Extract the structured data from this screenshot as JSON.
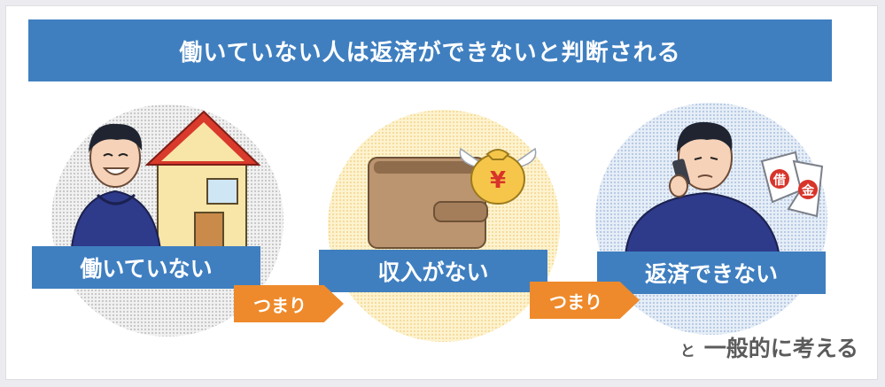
{
  "title": "働いていない人は返済ができないと判断される",
  "steps": [
    {
      "label": "働いていない"
    },
    {
      "label": "収入がない"
    },
    {
      "label": "返済できない"
    }
  ],
  "connectors": [
    {
      "label": "つまり"
    },
    {
      "label": "つまり"
    }
  ],
  "money_bag_symbol": "¥",
  "debt_paper_chars": [
    "借",
    "金"
  ],
  "footer": {
    "prefix": "と",
    "text": "一般的に考える"
  },
  "colors": {
    "title_bg": "#3f7fc0",
    "label_bg": "#3f7fc0",
    "arrow_bg": "#ee8a2b",
    "text_white": "#ffffff",
    "footer_text": "#5b5b5b"
  }
}
